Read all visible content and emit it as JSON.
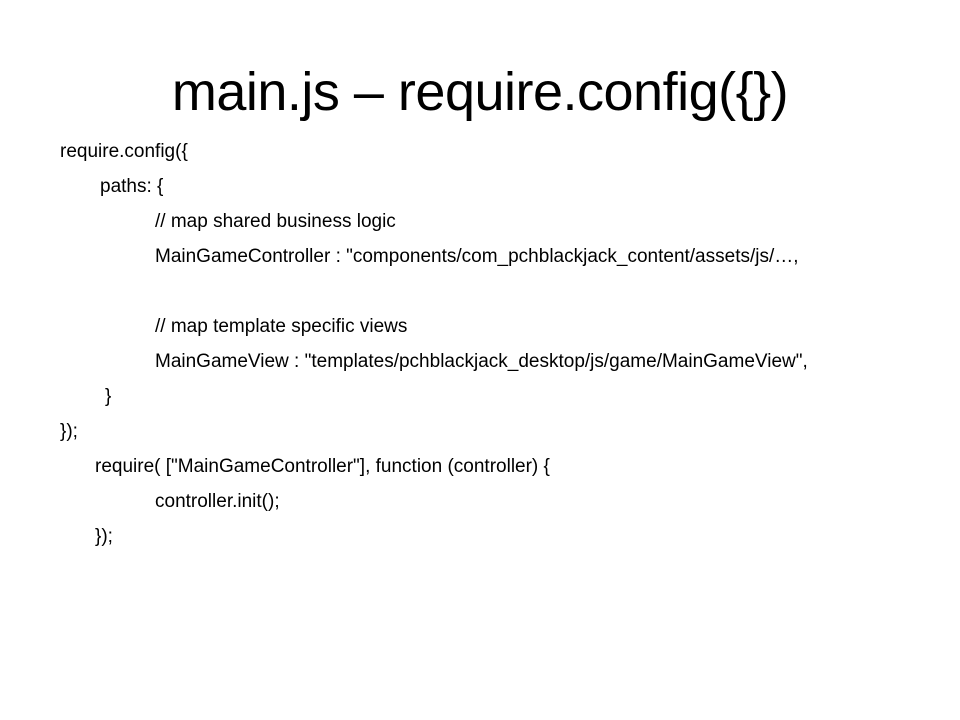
{
  "slide": {
    "title": "main.js – require.config({})",
    "lines": [
      "require.config({",
      "paths: {",
      "// map shared business logic",
      "MainGameController : \"components/com_pchblackjack_content/assets/js/…,",
      "// map template specific views",
      "MainGameView : \"templates/pchblackjack_desktop/js/game/MainGameView\",",
      "}",
      "});",
      "require( [\"MainGameController\"], function (controller) {",
      "controller.init();",
      "});"
    ]
  }
}
